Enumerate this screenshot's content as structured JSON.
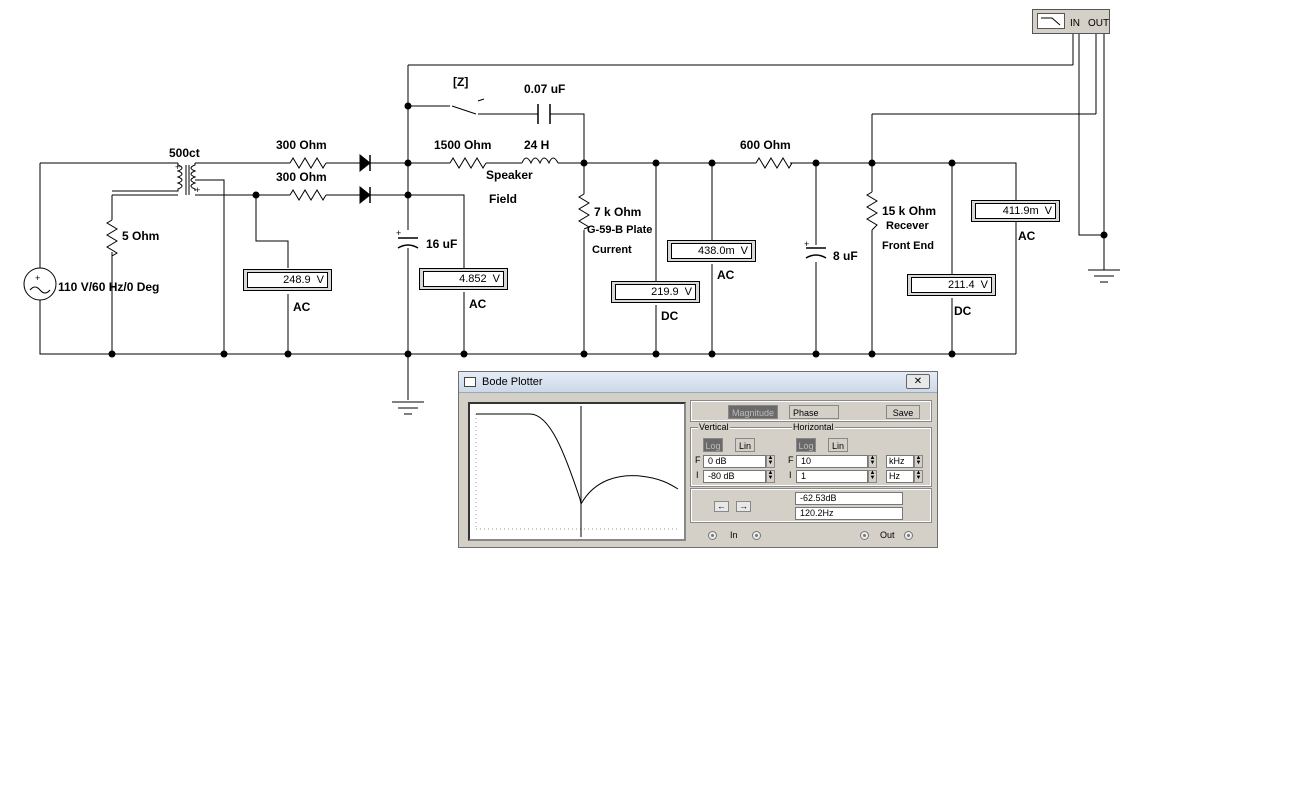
{
  "components": {
    "transformer": "500ct",
    "source": "110 V/60 Hz/0 Deg",
    "r_5": "5  Ohm",
    "r_300_top": "300  Ohm",
    "r_300_bottom": "300  Ohm",
    "switch": "[Z]",
    "cap_007": "0.07 uF",
    "r_1500": "1500  Ohm",
    "ind_24h": "24 H",
    "speaker": "Speaker",
    "field": "Field",
    "cap_16": "16 uF",
    "r_7k": "7 k Ohm",
    "plate": "G-59-B Plate",
    "current": "Current",
    "r_600": "600  Ohm",
    "cap_8": "8 uF",
    "r_15k": "15 k Ohm",
    "recever": "Recever",
    "front_end": "Front End"
  },
  "meters": [
    {
      "value": "248.9",
      "unit": "V",
      "mode": "AC"
    },
    {
      "value": "4.852",
      "unit": "V",
      "mode": "AC"
    },
    {
      "value": "219.9",
      "unit": "V",
      "mode": "DC"
    },
    {
      "value": "438.0m",
      "unit": "V",
      "mode": "AC"
    },
    {
      "value": "211.4",
      "unit": "V",
      "mode": "DC"
    },
    {
      "value": "411.9m",
      "unit": "V",
      "mode": "AC"
    }
  ],
  "bode_icon": {
    "in": "IN",
    "out": "OUT"
  },
  "bode": {
    "title": "Bode Plotter",
    "magnitude": "Magnitude",
    "phase": "Phase",
    "save": "Save",
    "vertical": "Vertical",
    "horizontal": "Horizontal",
    "log": "Log",
    "lin": "Lin",
    "f": "F",
    "i": "I",
    "v_f": "0 dB",
    "v_i": "-80 dB",
    "h_f": "10",
    "h_f_unit": "kHz",
    "h_i": "1",
    "h_i_unit": "Hz",
    "readout_db": "-62.53dB",
    "readout_hz": "120.2Hz",
    "in_label": "In",
    "out_label": "Out",
    "left_arrow": "←",
    "right_arrow": "→"
  }
}
